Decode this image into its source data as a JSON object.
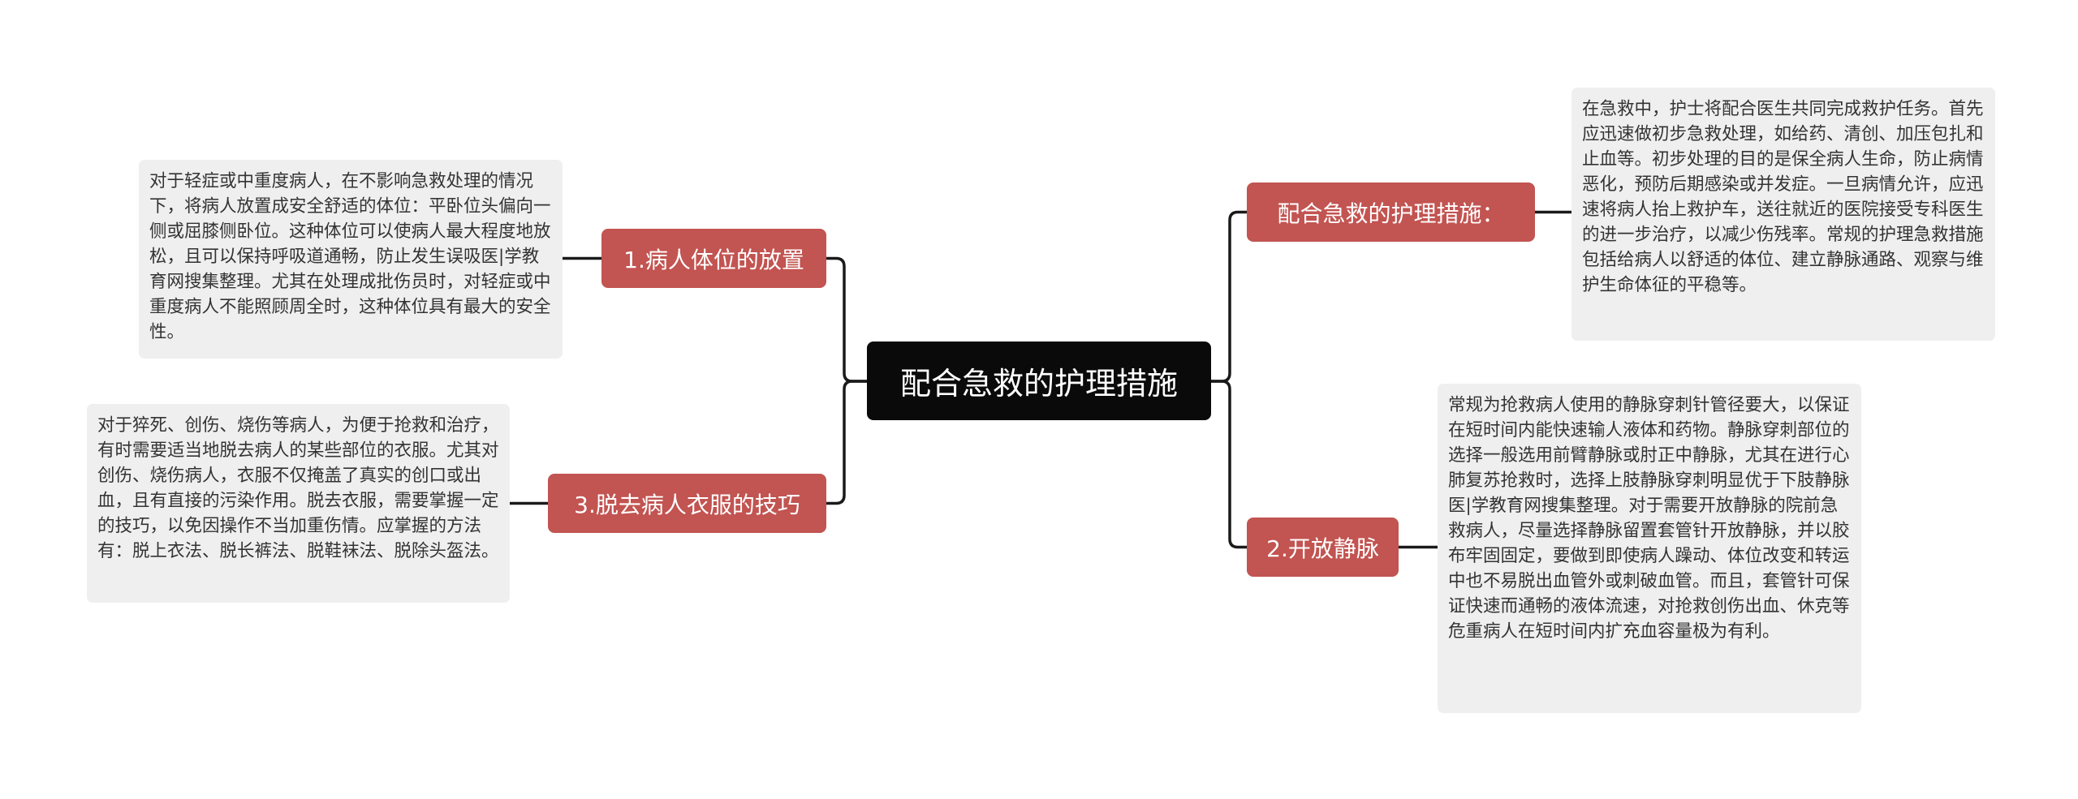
{
  "root": {
    "label": "配合急救的护理措施"
  },
  "branches": {
    "left_1": {
      "label": "1.病人体位的放置",
      "detail": "对于轻症或中重度病人，在不影响急救处理的情况下，将病人放置成安全舒适的体位：平卧位头偏向一侧或屈膝侧卧位。这种体位可以使病人最大程度地放松，且可以保持呼吸道通畅，防止发生误吸医|学教育网搜集整理。尤其在处理成批伤员时，对轻症或中重度病人不能照顾周全时，这种体位具有最大的安全性。"
    },
    "left_2": {
      "label": "3.脱去病人衣服的技巧",
      "detail": "对于猝死、创伤、烧伤等病人，为便于抢救和治疗，有时需要适当地脱去病人的某些部位的衣服。尤其对创伤、烧伤病人，衣服不仅掩盖了真实的创口或出血，且有直接的污染作用。脱去衣服，需要掌握一定的技巧，以免因操作不当加重伤情。应掌握的方法有：脱上衣法、脱长裤法、脱鞋袜法、脱除头盔法。"
    },
    "right_1": {
      "label": "配合急救的护理措施：",
      "detail": "在急救中，护士将配合医生共同完成救护任务。首先应迅速做初步急救处理，如给药、清创、加压包扎和止血等。初步处理的目的是保全病人生命，防止病情恶化，预防后期感染或并发症。一旦病情允许，应迅速将病人抬上救护车，送往就近的医院接受专科医生的进一步治疗，以减少伤残率。常规的护理急救措施包括给病人以舒适的体位、建立静脉通路、观察与维护生命体征的平稳等。"
    },
    "right_2": {
      "label": "2.开放静脉",
      "detail": "常规为抢救病人使用的静脉穿刺针管径要大，以保证在短时间内能快速输人液体和药物。静脉穿刺部位的选择一般选用前臂静脉或肘正中静脉，尤其在进行心肺复苏抢救时，选择上肢静脉穿刺明显优于下肢静脉医|学教育网搜集整理。对于需要开放静脉的院前急救病人，尽量选择静脉留置套管针开放静脉，并以胶布牢固固定，要做到即使病人躁动、体位改变和转运中也不易脱出血管外或刺破血管。而且，套管针可保证快速而通畅的液体流速，对抢救创伤出血、休克等危重病人在短时间内扩充血容量极为有利。"
    }
  },
  "colors": {
    "root_bg": "#0a0a0a",
    "branch_bg": "#c25451",
    "leaf_bg": "#efefef",
    "connector": "#1a1a1a"
  }
}
